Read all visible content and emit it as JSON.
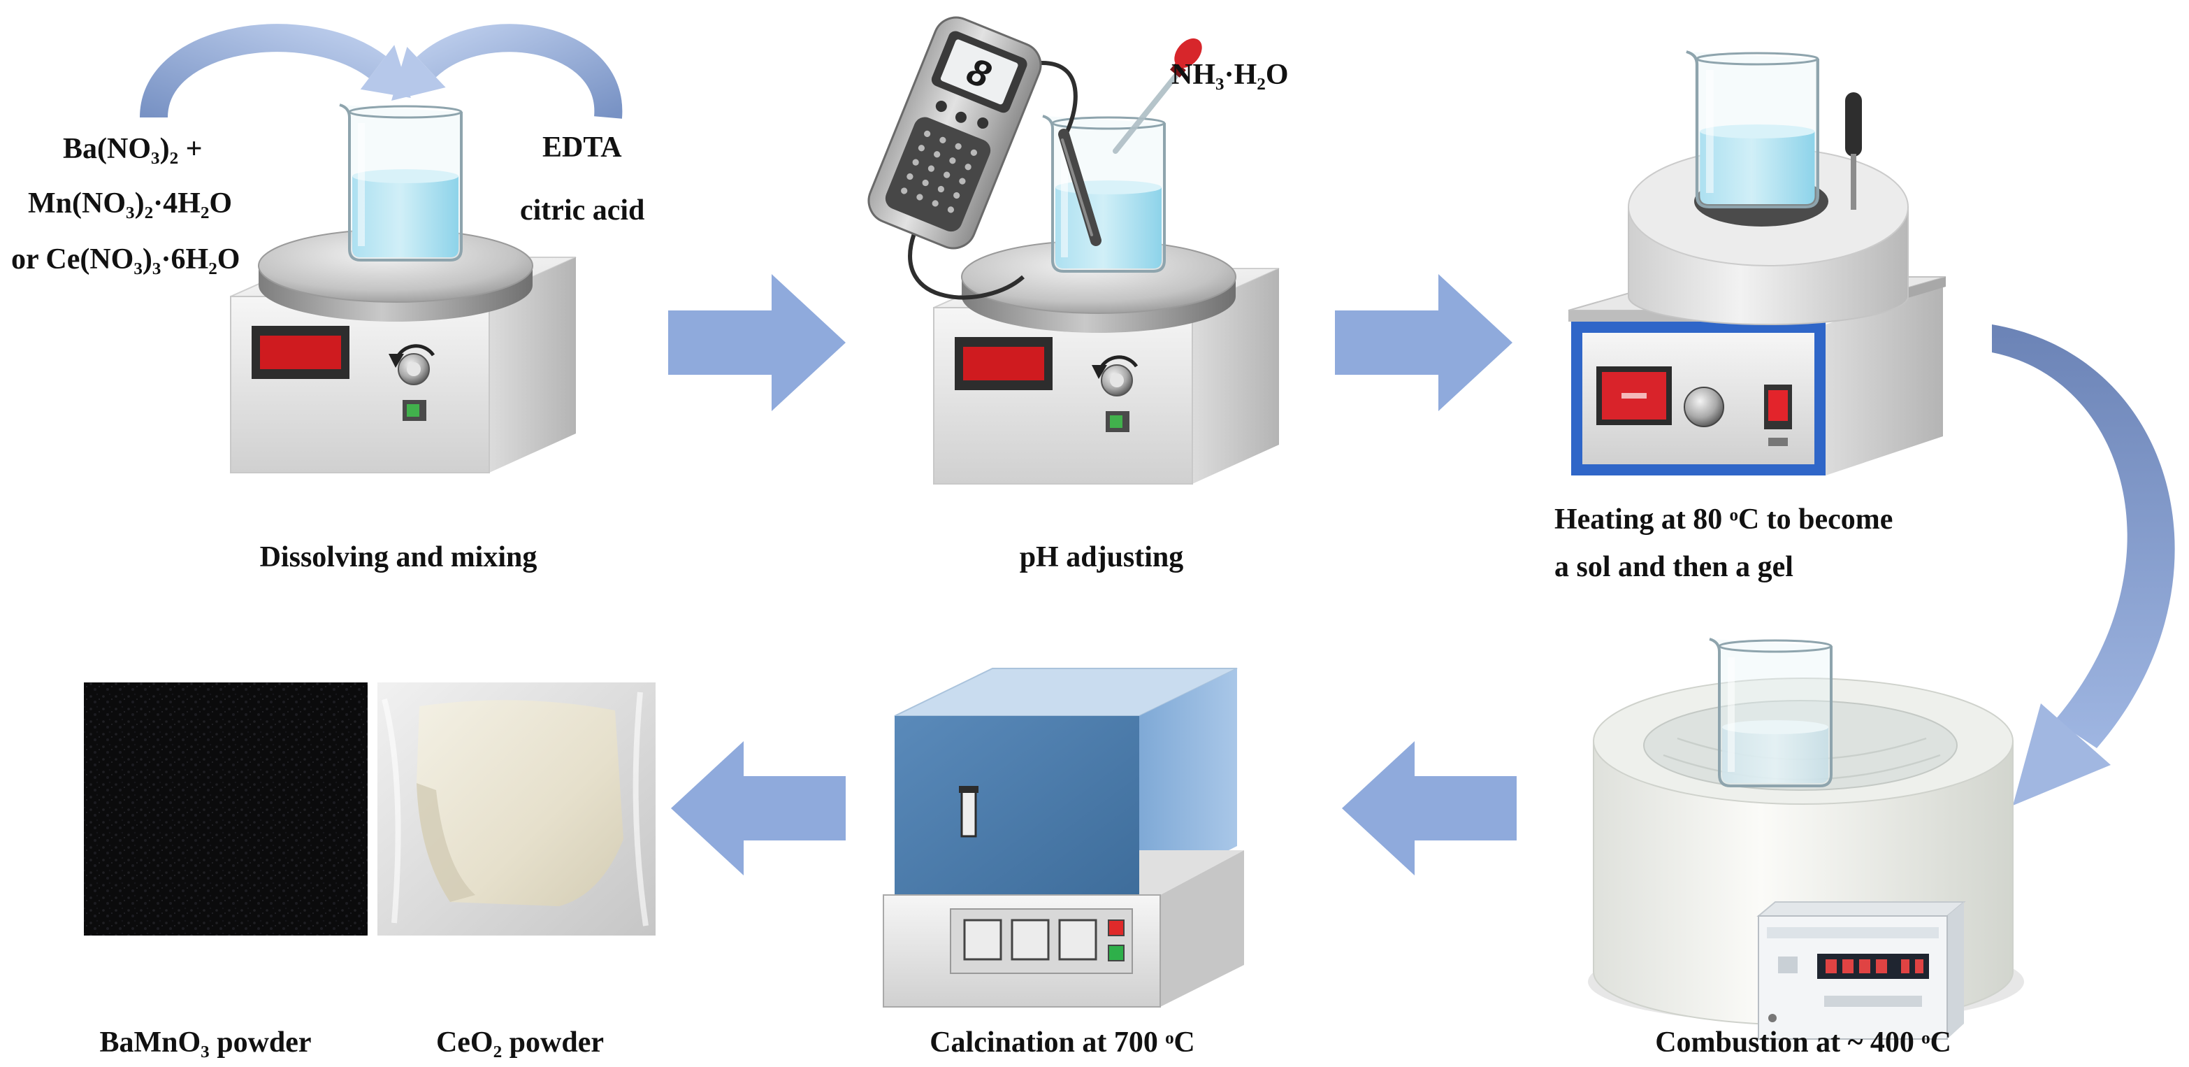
{
  "dissolving": {
    "reagents_metal": [
      "Ba(NO₃)₂ +",
      "Mn(NO₃)₂·4H₂O",
      "or Ce(NO₃)₃·6H₂O"
    ],
    "reagents_chelating": [
      "EDTA",
      "citric acid"
    ],
    "caption": "Dissolving and mixing"
  },
  "ph_adjusting": {
    "reagent": "NH₃·H₂O",
    "meter_reading": "8",
    "caption": "pH adjusting"
  },
  "heating": {
    "caption_lines": [
      "Heating at 80 ᵒC to become",
      "a sol and then a gel"
    ]
  },
  "combustion": {
    "caption": "Combustion at ~ 400 ᵒC"
  },
  "calcination": {
    "caption": "Calcination at 700 ᵒC"
  },
  "products": [
    {
      "caption": "BaMnO₃ powder"
    },
    {
      "caption": "CeO₂ powder"
    }
  ],
  "colors": {
    "flow_arrow": "#8faadc",
    "solution": "#7fd0ea",
    "furnace_door": "#4a79a8",
    "display_red": "#d0181d",
    "hotplate_panel_frame": "#2f66c8",
    "bamno3_powder": "#0e0e10",
    "ceo2_powder": "#ebe6d6"
  }
}
